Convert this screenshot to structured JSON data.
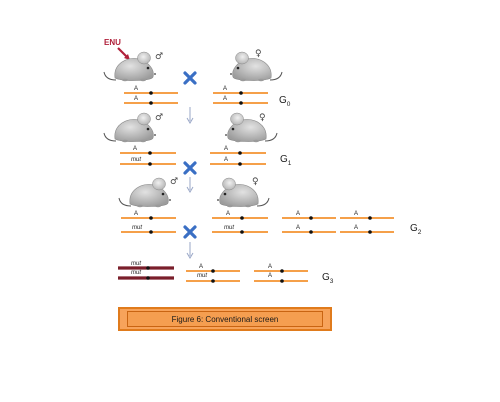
{
  "mutagen": {
    "label": "ENU",
    "color": "#b0203a"
  },
  "generations": [
    {
      "base": "G",
      "sub": "0"
    },
    {
      "base": "G",
      "sub": "1"
    },
    {
      "base": "G",
      "sub": "2"
    },
    {
      "base": "G",
      "sub": "3"
    }
  ],
  "sex_symbols": {
    "male": "♂",
    "female": "♀"
  },
  "alleles": {
    "wild": "A",
    "mutant": "mut"
  },
  "colors": {
    "chromosome": "#f5a04a",
    "mutant_chromosome": "#7a1f2b",
    "cross": "#3a6fc4",
    "arrow": "#9aa7c7",
    "mouse": "#bdbdbd",
    "caption_fill": "#f7a35b",
    "caption_border": "#e07b1c"
  },
  "caption": "Figure 6: Conventional screen"
}
